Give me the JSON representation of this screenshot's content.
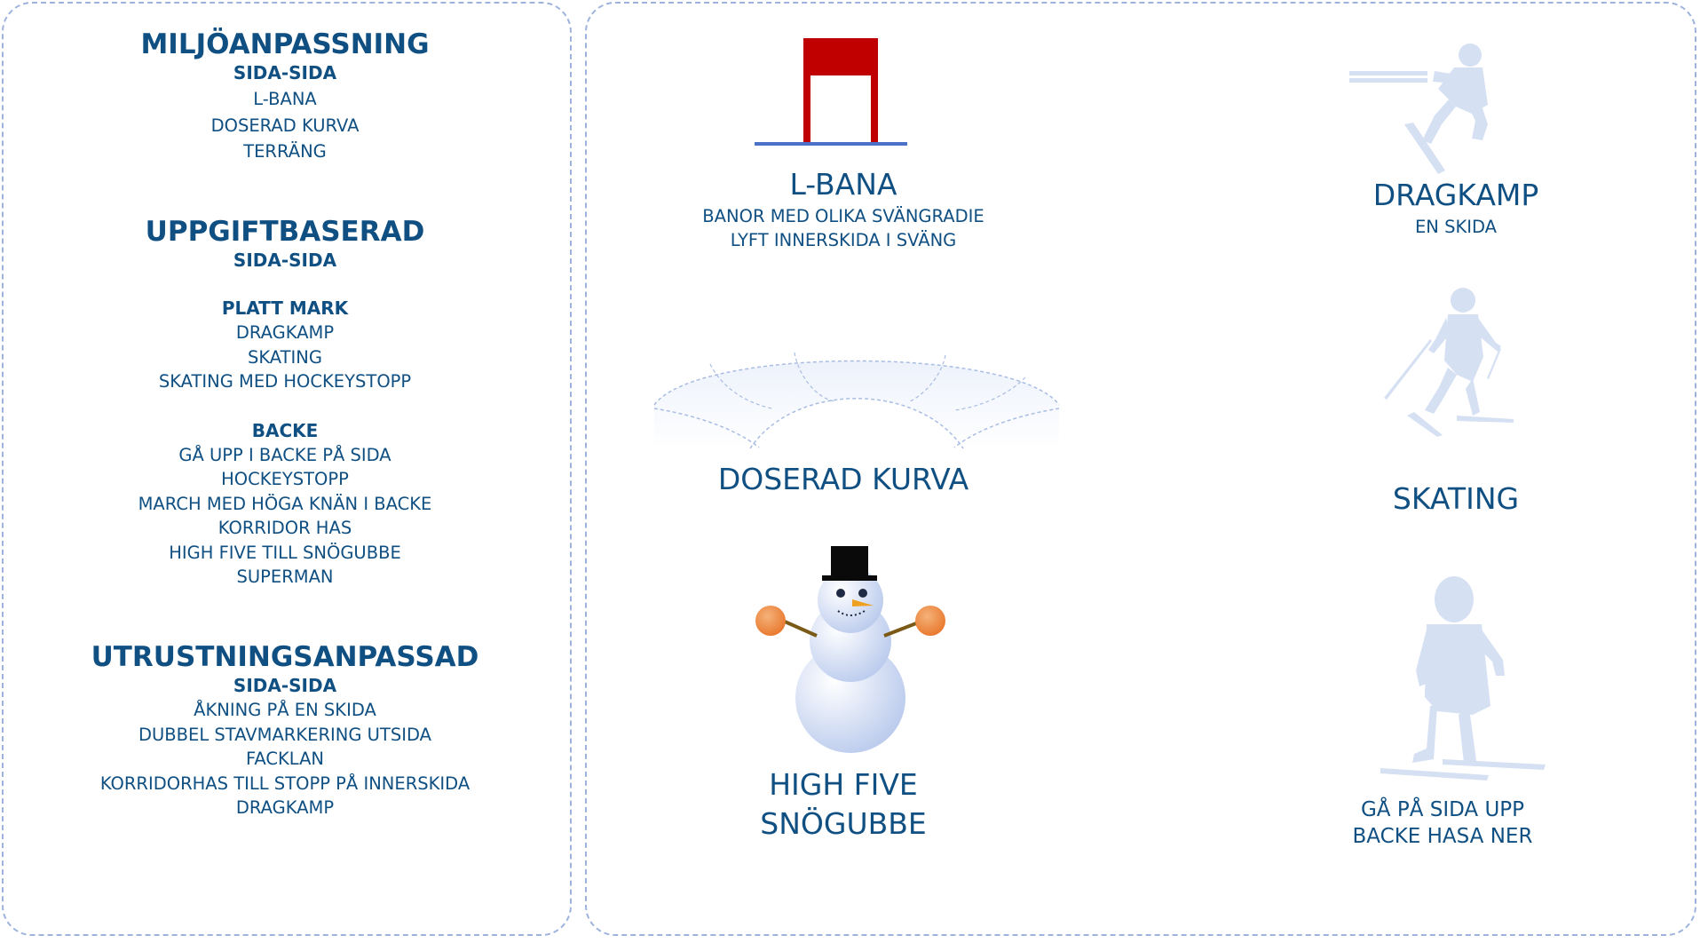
{
  "left": {
    "section1": {
      "title": "MILJÖANPASSNING",
      "sub": "SIDA-SIDA",
      "items": [
        "L-BANA",
        "DOSERAD KURVA",
        "TERRÄNG"
      ]
    },
    "section2": {
      "title": "UPPGIFTBASERAD",
      "sub": "SIDA-SIDA",
      "group1": {
        "title": "PLATT MARK",
        "items": [
          "DRAGKAMP",
          "SKATING",
          "SKATING MED HOCKEYSTOPP"
        ]
      },
      "group2": {
        "title": "BACKE",
        "items": [
          "GÅ UPP I BACKE PÅ SIDA",
          "HOCKEYSTOPP",
          "MARCH MED HÖGA KNÄN I BACKE",
          "KORRIDOR HAS",
          "HIGH FIVE TILL SNÖGUBBE",
          "SUPERMAN"
        ]
      }
    },
    "section3": {
      "title": "UTRUSTNINGSANPASSAD",
      "sub": "SIDA-SIDA",
      "items": [
        "ÅKNING PÅ EN SKIDA",
        "DUBBEL STAVMARKERING UTSIDA",
        "FACKLAN",
        "KORRIDORHAS TILL STOPP PÅ INNERSKIDA",
        "DRAGKAMP"
      ]
    }
  },
  "right": {
    "lbana": {
      "title": "L-BANA",
      "lines": [
        "BANOR MED OLIKA SVÄNGRADIE",
        "LYFT INNERSKIDA I SVÄNG"
      ]
    },
    "doserad": {
      "title": "DOSERAD KURVA"
    },
    "snogubbe": {
      "lines": [
        "HIGH FIVE",
        "SNÖGUBBE"
      ]
    },
    "dragkamp": {
      "title": "DRAGKAMP",
      "sub": "EN SKIDA"
    },
    "skating": {
      "title": "SKATING"
    },
    "gapasida": {
      "lines": [
        "GÅ PÅ SIDA UPP",
        "BACKE HASA NER"
      ]
    }
  },
  "colors": {
    "text": "#0f4f82",
    "border": "#9db3dd",
    "gate": "#c00000",
    "silhouette": "#d6e0f3"
  }
}
